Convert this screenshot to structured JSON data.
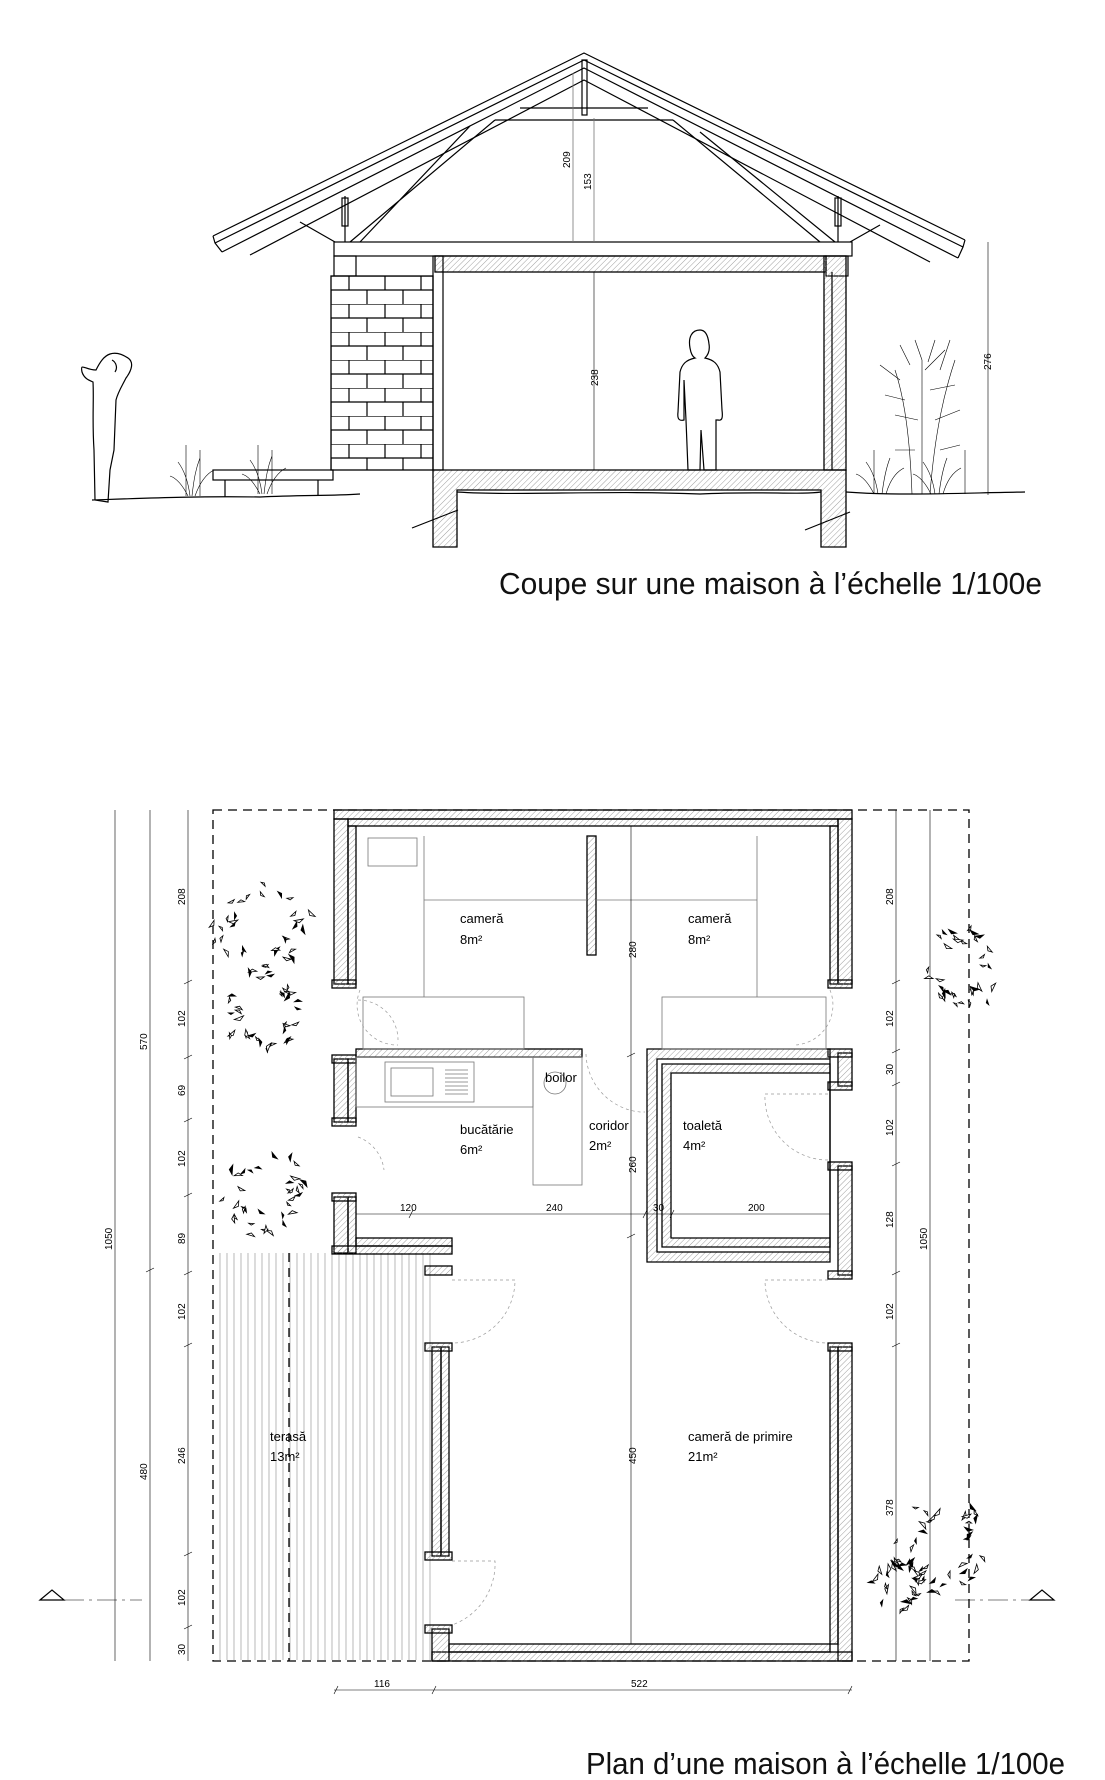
{
  "section": {
    "title": "Coupe sur une maison à l’échelle  1/100e",
    "dim_ridge": "209",
    "dim_collar": "153",
    "dim_ceiling": "238",
    "dim_eave": "276"
  },
  "plan": {
    "title": "Plan d’une maison à l’échelle 1/100e",
    "rooms": [
      {
        "name": "cameră",
        "area": "8m²"
      },
      {
        "name": "cameră",
        "area": "8m²"
      },
      {
        "name": "bucătărie",
        "area": "6m²"
      },
      {
        "name": "coridor",
        "area": "2m²"
      },
      {
        "name": "toaletă",
        "area": "4m²"
      },
      {
        "name": "terasă",
        "area": "13m²"
      },
      {
        "name": "cameră de primire",
        "area": "21m²"
      }
    ],
    "boiler_label": "boilor",
    "dims_left_total": "1050",
    "dims_left_mid": [
      "570",
      "480"
    ],
    "dims_left_detail": [
      "208",
      "102",
      "69",
      "102",
      "89",
      "102",
      "246",
      "102",
      "30"
    ],
    "dims_right_total": "1050",
    "dims_right_detail": [
      "208",
      "102",
      "30",
      "102",
      "128",
      "102",
      "378"
    ],
    "dims_center": [
      "280",
      "260",
      "450"
    ],
    "dims_horizontal": [
      "120",
      "240",
      "30",
      "200"
    ],
    "dims_bottom": [
      "116",
      "522"
    ]
  }
}
